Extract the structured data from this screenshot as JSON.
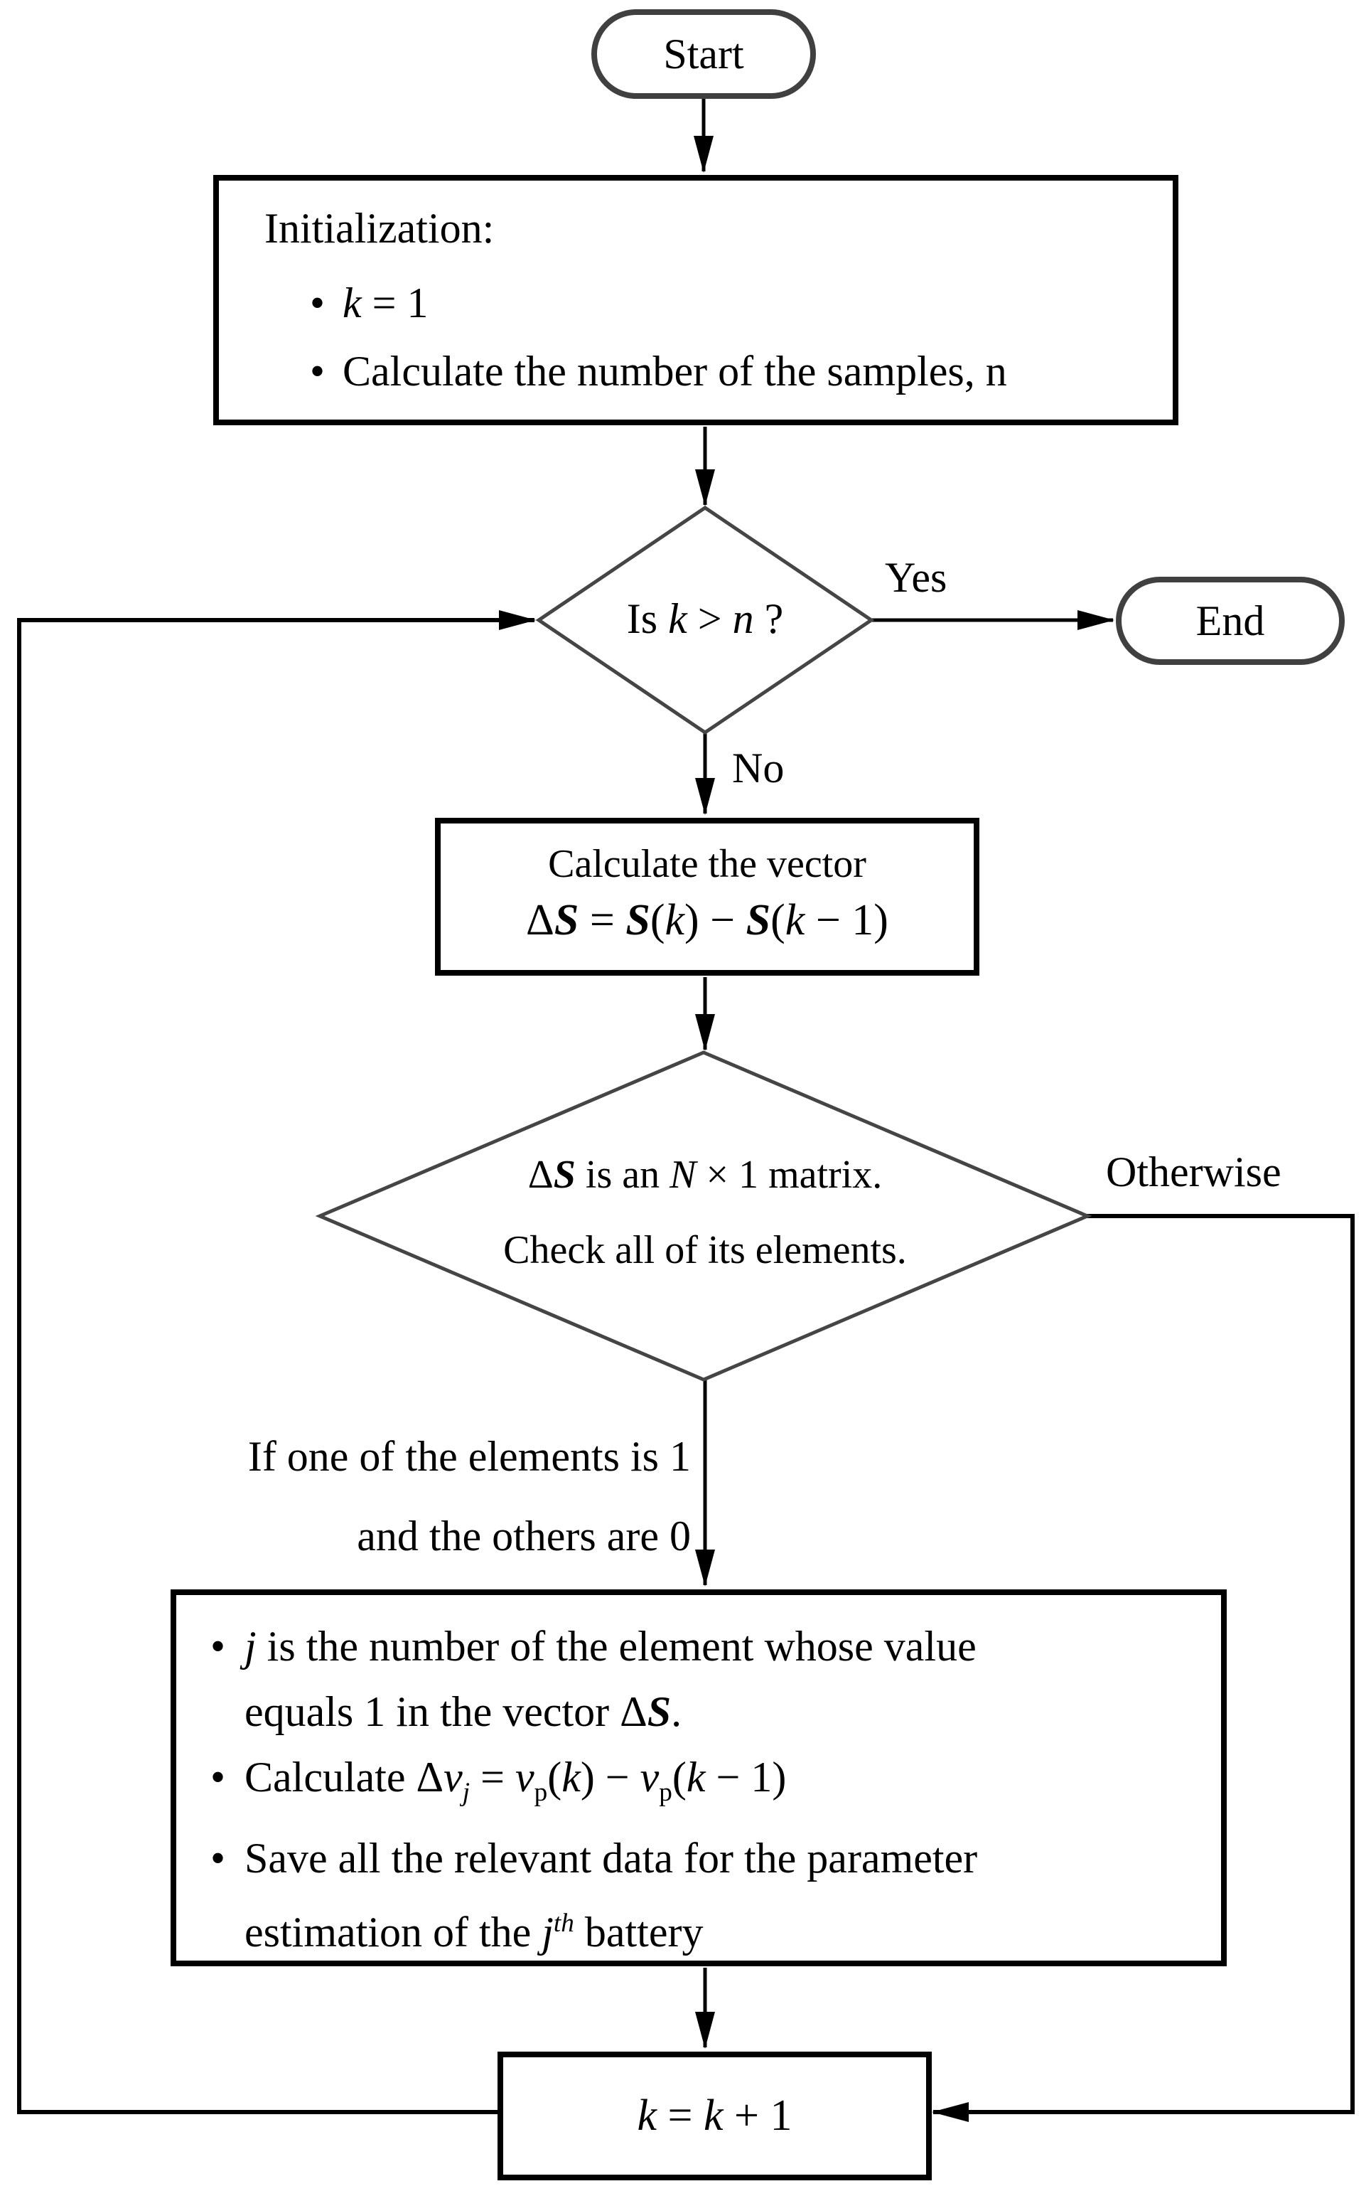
{
  "nodes": {
    "start": "Start",
    "end": "End",
    "initialization": {
      "heading": "Initialization:",
      "bullets": [
        "<i>k</i> = 1",
        "Calculate the number of the samples, n"
      ]
    },
    "decision_k": "Is <i>k</i> > <i>n</i> ?",
    "calc_vector": {
      "line1": "Calculate the vector",
      "line2": "Δ<b><i>S</i></b> = <b><i>S</i></b>(<i>k</i>) − <b><i>S</i></b>(<i>k</i> − 1)"
    },
    "decision_matrix": {
      "line1": "Δ<b><i>S</i></b> is an <i>N</i> × 1 matrix.",
      "line2": "Check all of its elements."
    },
    "process": {
      "bullets": [
        "<i>j</i> is the number of the element whose value<br>equals 1 in the vector Δ<b><i>S</i></b>.",
        "Calculate Δ<i>v</i><sub><i>j</i></sub> = <i>v</i><sub>p</sub>(<i>k</i>) − <i>v</i><sub>p</sub>(<i>k</i> − 1)",
        "Save all the relevant data for the parameter<br>estimation of the <i>j</i><sup><i>th</i></sup> battery"
      ]
    },
    "increment": "<i>k</i> = <i>k</i> + 1"
  },
  "edge_labels": {
    "yes": "Yes",
    "no": "No",
    "otherwise": "Otherwise",
    "condition_line1": "If one of the elements is 1",
    "condition_line2": "and the others are 0"
  },
  "bullet_marker": "•",
  "colors": {
    "line": "#000000",
    "terminal_border": "#404040",
    "diamond_border": "#454545",
    "box_border": "#000000",
    "background": "#ffffff",
    "text": "#000000"
  }
}
